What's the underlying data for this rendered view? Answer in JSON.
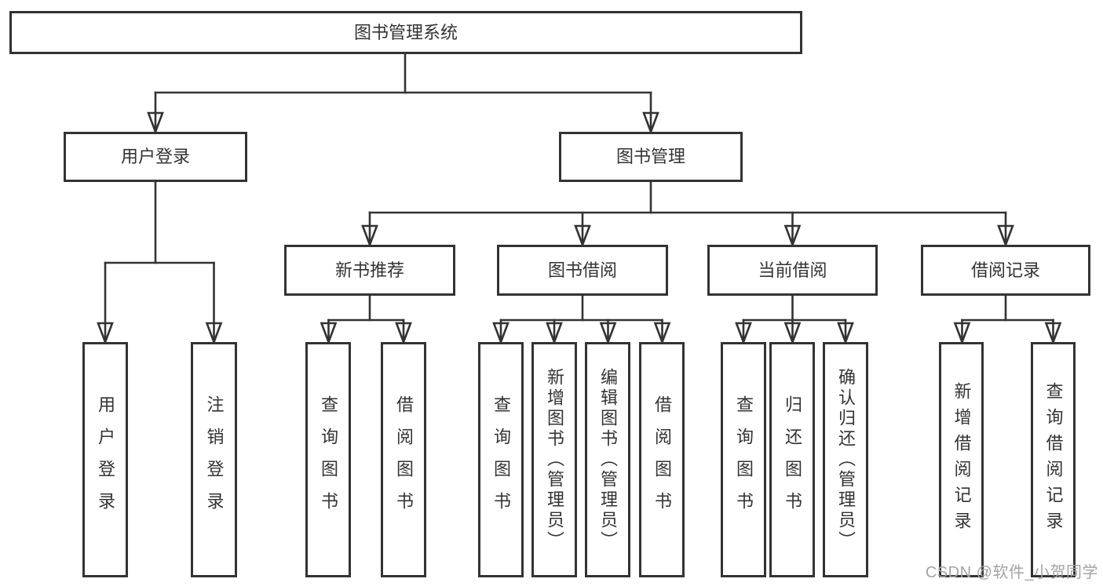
{
  "tree": {
    "root": {
      "label": "图书管理系统"
    },
    "children": [
      {
        "label": "用户登录",
        "children": [
          {
            "label": "用户登录"
          },
          {
            "label": "注销登录"
          }
        ]
      },
      {
        "label": "图书管理",
        "children": [
          {
            "label": "新书推荐",
            "children": [
              {
                "label": "查询图书"
              },
              {
                "label": "借阅图书"
              }
            ]
          },
          {
            "label": "图书借阅",
            "children": [
              {
                "label": "查询图书"
              },
              {
                "label": "新增图书（管理员）"
              },
              {
                "label": "编辑图书（管理员）"
              },
              {
                "label": "借阅图书"
              }
            ]
          },
          {
            "label": "当前借阅",
            "children": [
              {
                "label": "查询图书"
              },
              {
                "label": "归还图书"
              },
              {
                "label": "确认归还（管理员）"
              }
            ]
          },
          {
            "label": "借阅记录",
            "children": [
              {
                "label": "新增借阅记录"
              },
              {
                "label": "查询借阅记录"
              }
            ]
          }
        ]
      }
    ]
  },
  "watermark": {
    "text": "CSDN @软件_小贺同学"
  },
  "colors": {
    "line": "#333333",
    "box_border": "#333333",
    "text": "#333333",
    "box_background": "#ffffff",
    "page_background": "#ffffff",
    "watermark": "#a3a3a3"
  }
}
